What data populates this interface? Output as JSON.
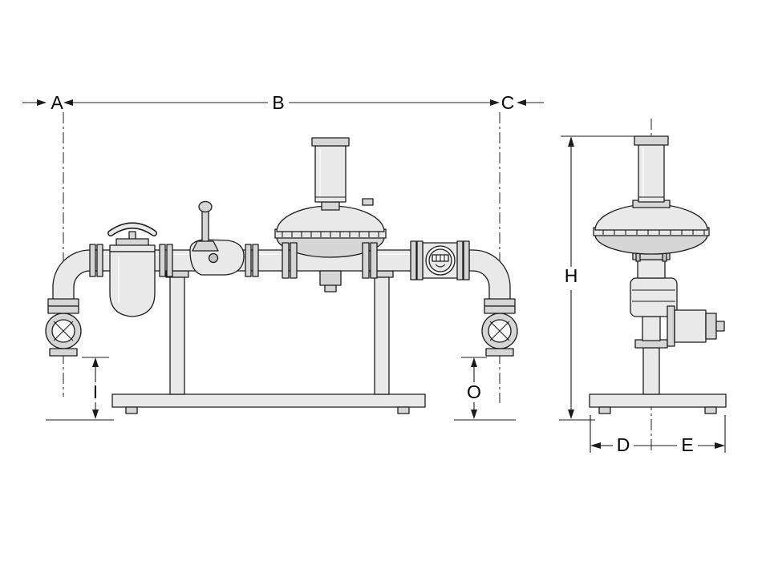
{
  "dimensions": {
    "a": "A",
    "b": "B",
    "c": "C",
    "h": "H",
    "i": "I",
    "o": "O",
    "d": "D",
    "e": "E"
  },
  "colors": {
    "line": "#1c1c1c",
    "fill_light": "#e9e9e9",
    "fill_mid": "#d6d6d6",
    "fill_dark": "#c3c3c3",
    "fill_white": "#f9f9f9"
  }
}
